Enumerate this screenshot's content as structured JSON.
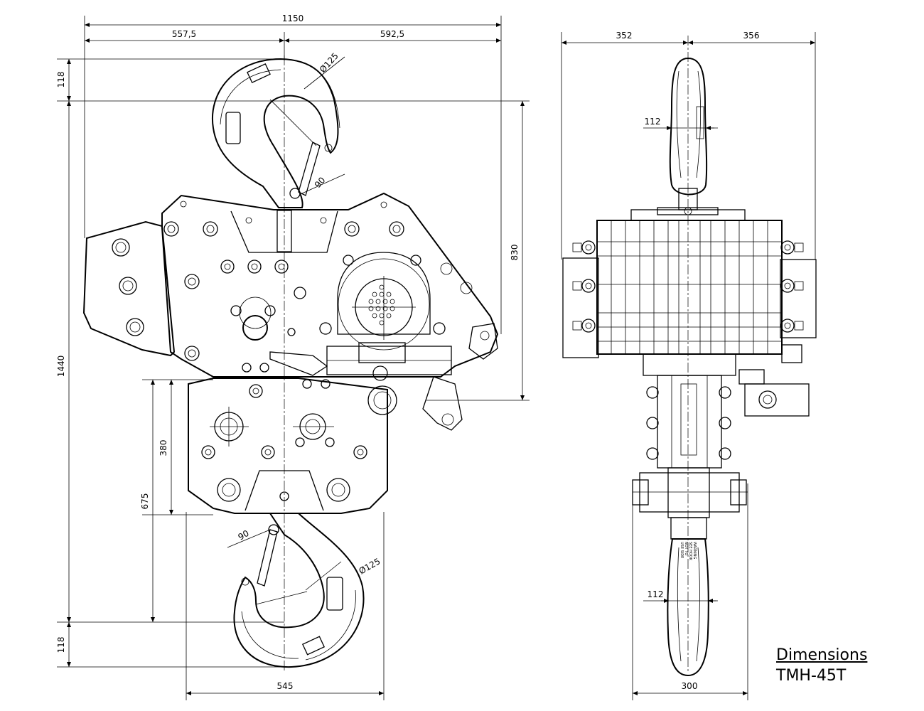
{
  "label": {
    "title": "Dimensions",
    "model": "TMH-45T"
  },
  "dimensions": {
    "overall_width": "1150",
    "left_width": "557,5",
    "right_width": "592,5",
    "side_left": "352",
    "side_right": "356",
    "top_hook_height": "118",
    "bottom_hook_height": "118",
    "total_height": "1440",
    "body_height": "830",
    "lower_height": "380",
    "hook_drop": "675",
    "hook_dia_top": "Ø125",
    "hook_dia_bottom": "Ø125",
    "hook_angle_top": "90",
    "hook_angle_bottom": "90",
    "hook_throat_top": "112",
    "hook_throat_bottom": "112",
    "bottom_block_width": "545",
    "side_bottom_width": "300"
  },
  "warning_plate": [
    "WARNING",
    "SEE HOOK",
    "NOT TO",
    "USE SIDE"
  ]
}
